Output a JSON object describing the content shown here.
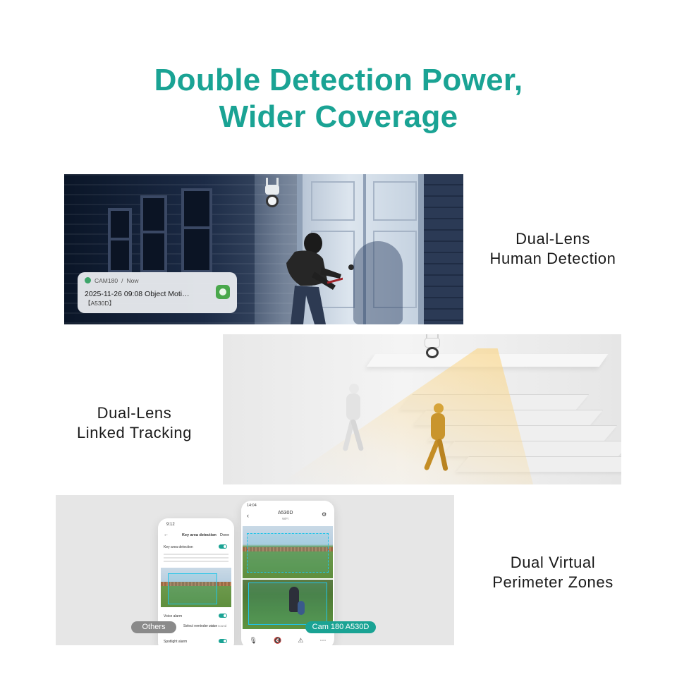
{
  "headline": {
    "line1": "Double Detection Power,",
    "line2": "Wider Coverage"
  },
  "colors": {
    "accent": "#1aa394",
    "zone_outline": "#21c4e8",
    "pill_grey": "#8a8a8a"
  },
  "feature1": {
    "caption_line1": "Dual-Lens",
    "caption_line2": "Human Detection",
    "notification": {
      "app": "CAM180",
      "separator": "/",
      "time": "Now",
      "message": "2025-11-26 09:08 Object Moti…",
      "device": "【A530D】",
      "icon": "app-thumbnail-icon"
    }
  },
  "feature2": {
    "caption_line1": "Dual-Lens",
    "caption_line2": "Linked Tracking"
  },
  "feature3": {
    "caption_line1": "Dual Virtual",
    "caption_line2": "Perimeter Zones",
    "phone_left": {
      "time": "9:12",
      "title": "Key area detection",
      "done": "Done",
      "row1": "Key area detection",
      "row2": "Voice alarm",
      "row3": "Select reminder voice",
      "row3_value": "Alarm sound",
      "row4": "Spotlight alarm"
    },
    "phone_right": {
      "time": "14:04",
      "device": "A530D",
      "status": "WiFi"
    },
    "label_left": "Others",
    "label_right": "Cam 180 A530D"
  }
}
